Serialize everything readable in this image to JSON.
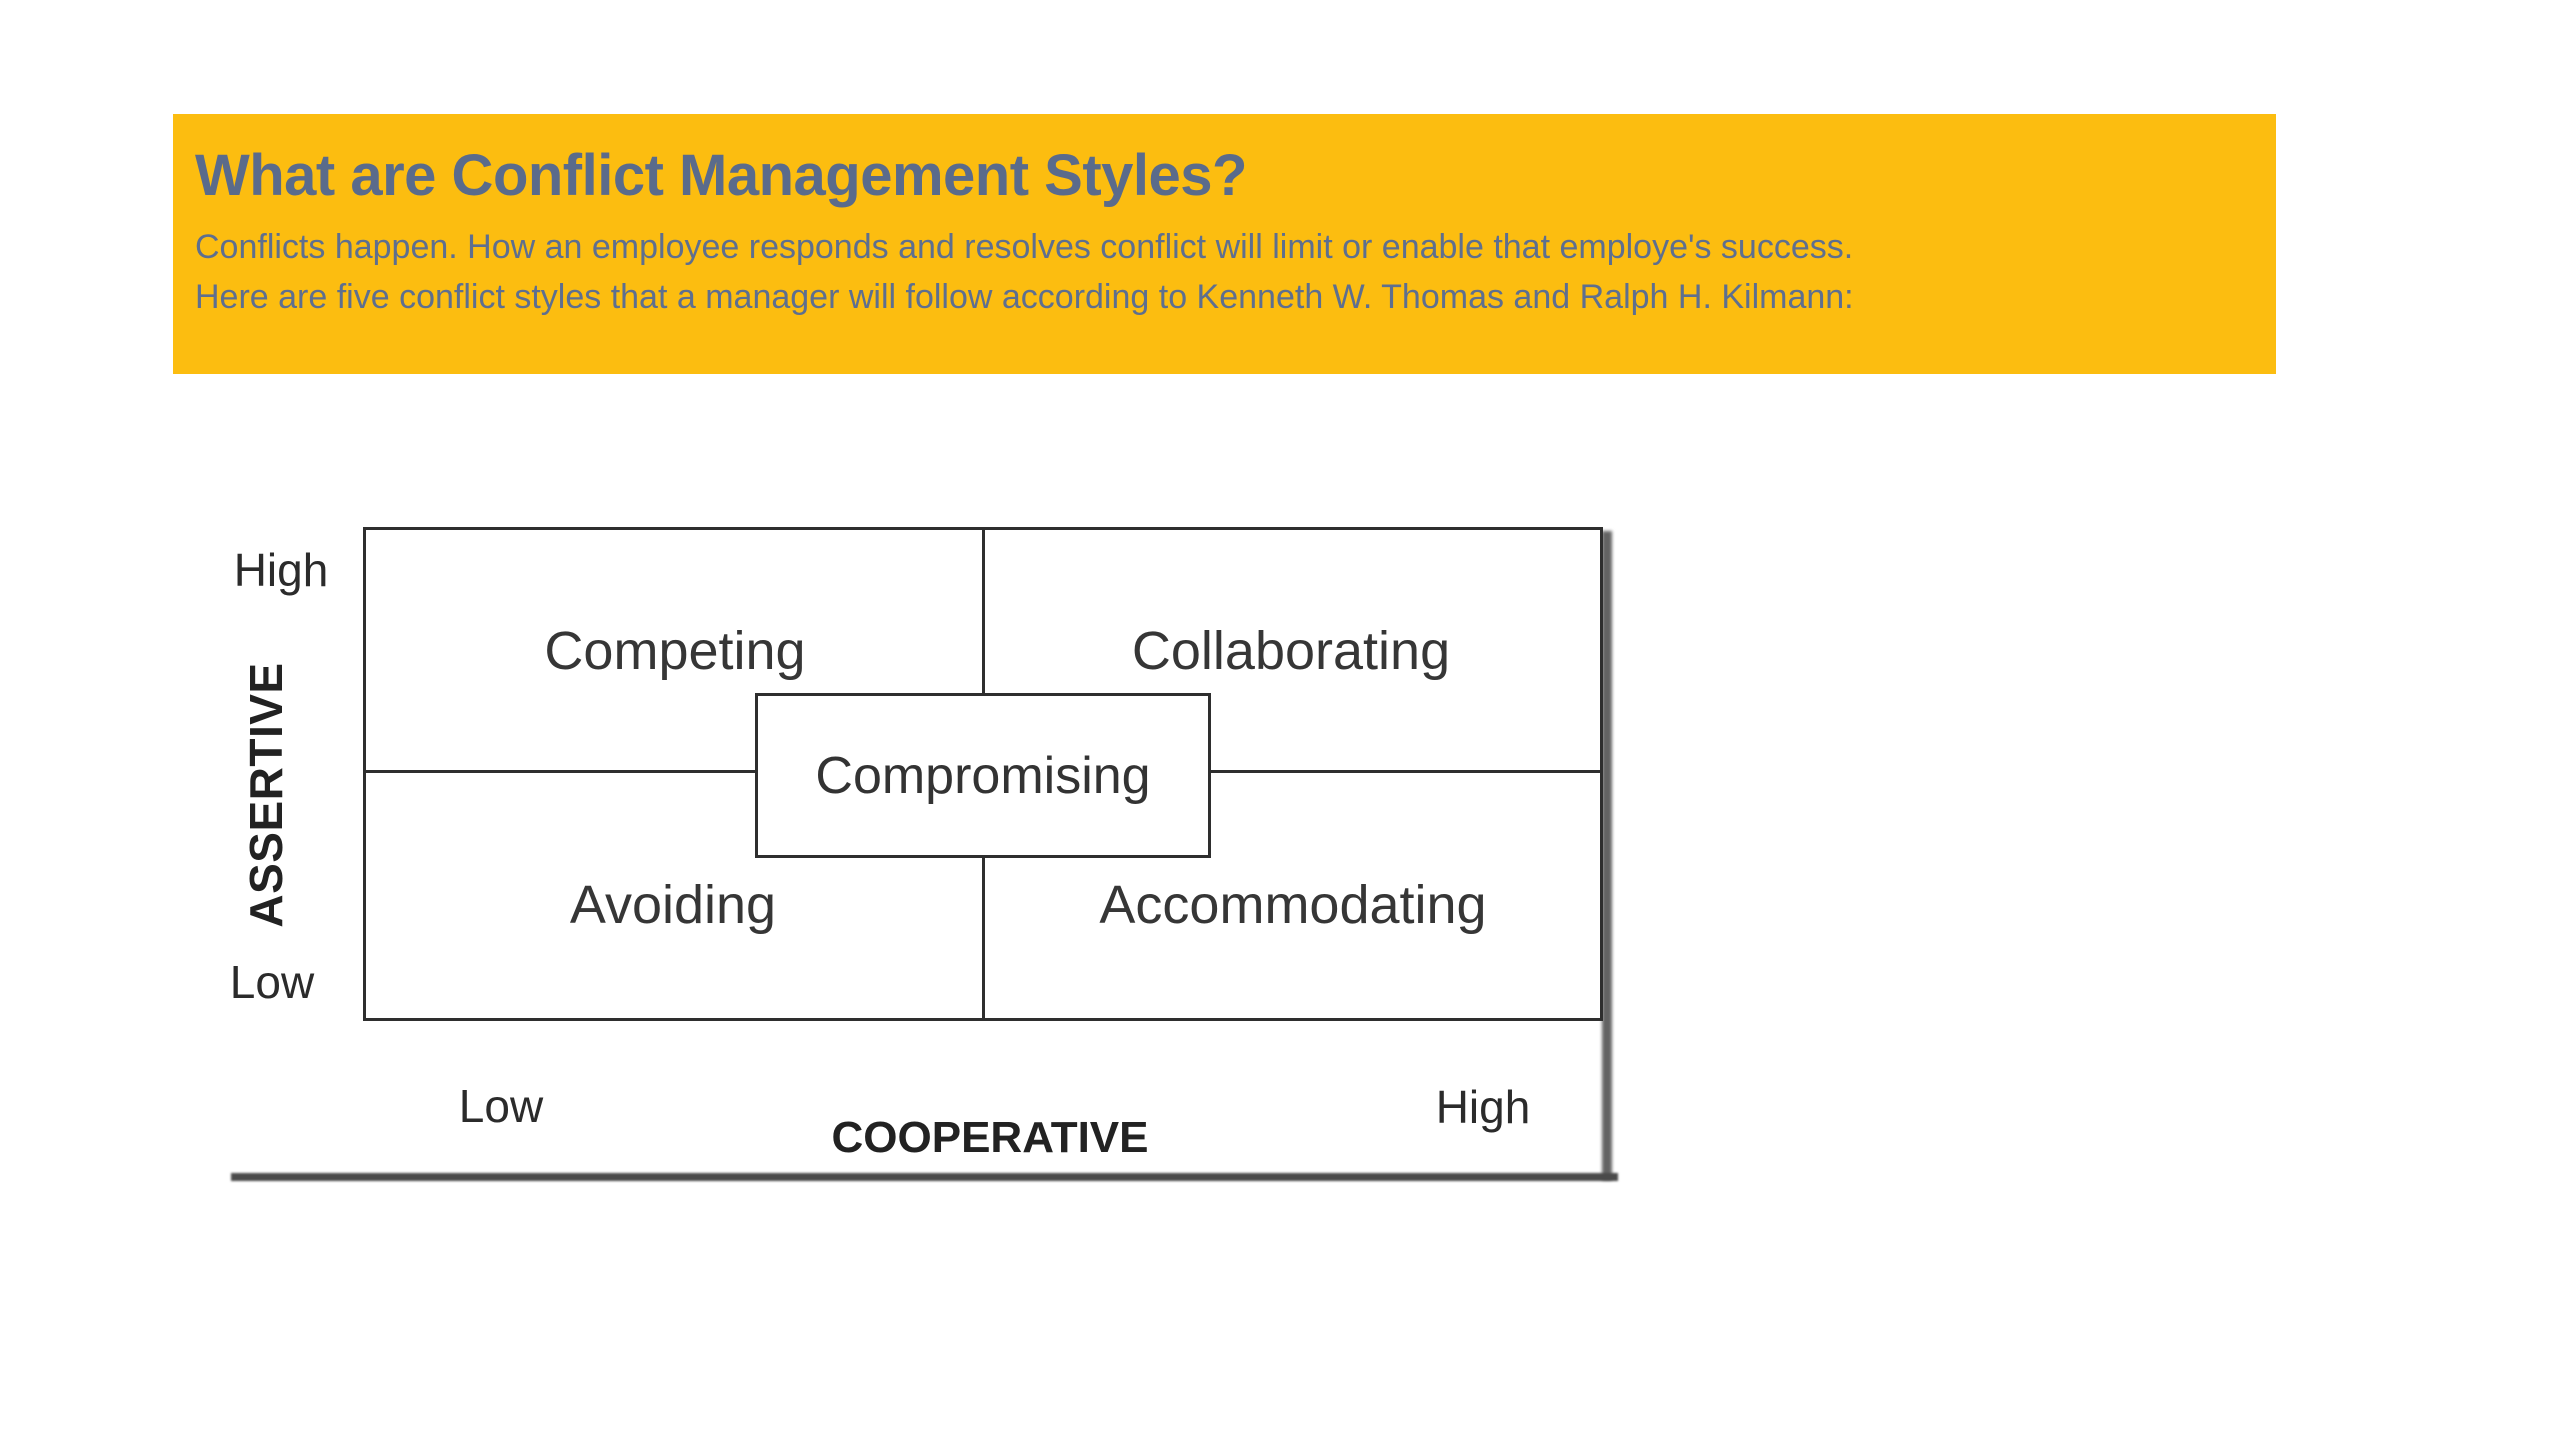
{
  "banner": {
    "title": "What are Conflict Management Styles?",
    "line1": "Conflicts happen. How an employee responds and resolves conflict will limit or enable that employe's success.",
    "line2": "Here are five conflict styles that a manager will follow according to Kenneth W. Thomas and Ralph H. Kilmann:",
    "background_color": "#FCBD10",
    "text_color": "#5C6D8C"
  },
  "diagram": {
    "type": "2x2-matrix",
    "quadrants": {
      "top_left": "Competing",
      "top_right": "Collaborating",
      "bottom_left": "Avoiding",
      "bottom_right": "Accommodating",
      "center": "Compromising"
    },
    "y_axis": {
      "label": "ASSERTIVE",
      "top_tick": "High",
      "bottom_tick": "Low"
    },
    "x_axis": {
      "label": "COOPERATIVE",
      "left_tick": "Low",
      "right_tick": "High"
    },
    "line_color": "#2E2E2E",
    "text_color": "#333333"
  }
}
